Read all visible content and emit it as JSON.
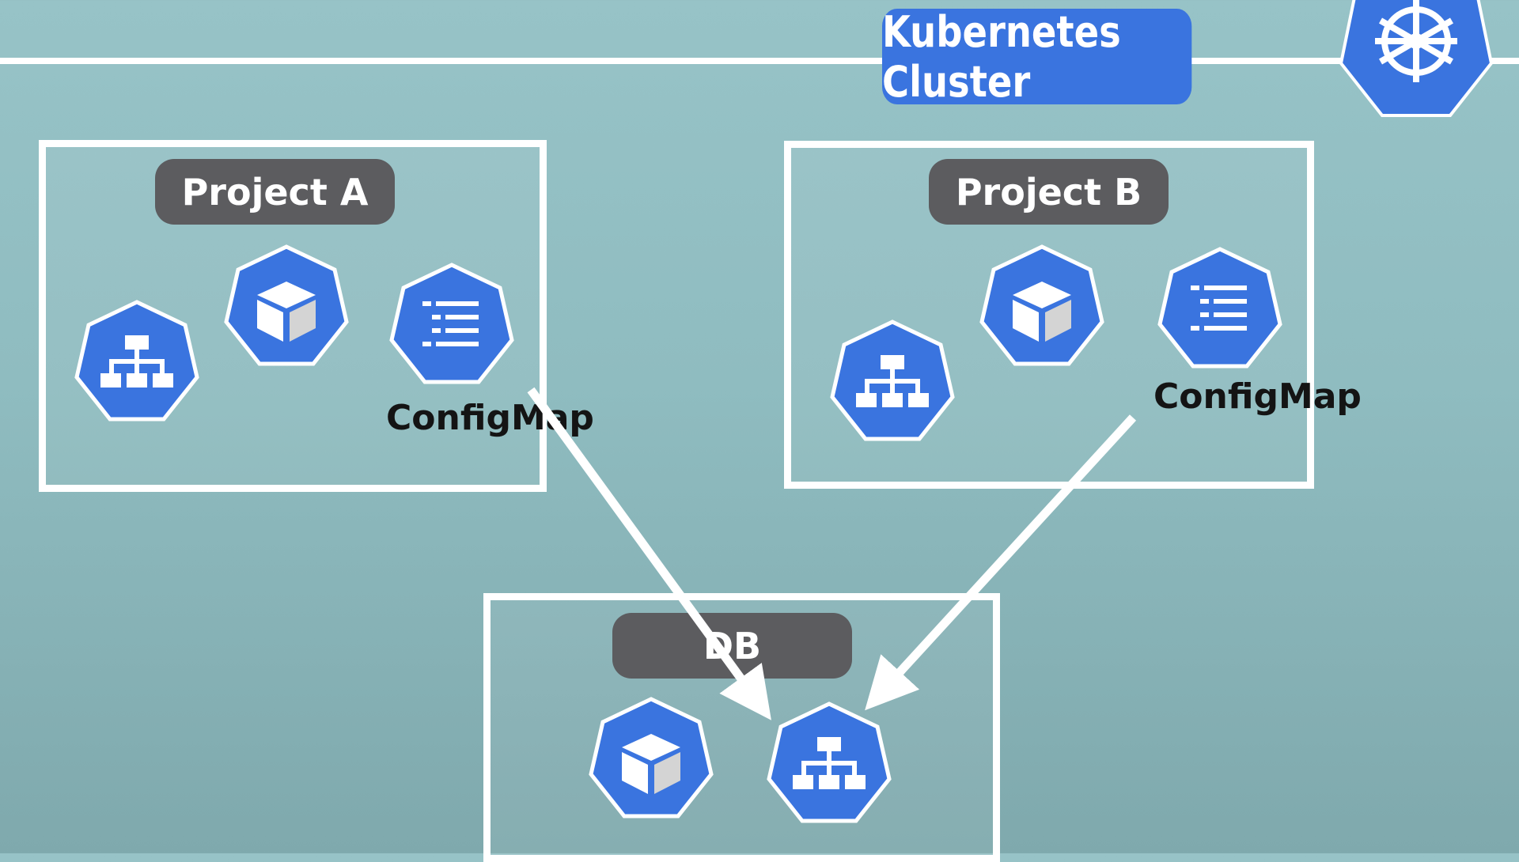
{
  "cluster": {
    "label": "Kubernetes Cluster"
  },
  "projects": [
    {
      "label": "Project A",
      "configmap_label": "ConfigMap"
    },
    {
      "label": "Project B",
      "configmap_label": "ConfigMap"
    },
    {
      "label": "DB"
    }
  ],
  "icons": {
    "helm": "kubernetes-helm-icon",
    "service": "service-network-icon",
    "pod": "pod-cube-icon",
    "configmap": "configmap-list-icon"
  },
  "colors": {
    "background": "#97c3c7",
    "k8s_blue": "#3a74df",
    "pill_gray": "#5c5c5f",
    "frame_white": "#ffffff"
  }
}
